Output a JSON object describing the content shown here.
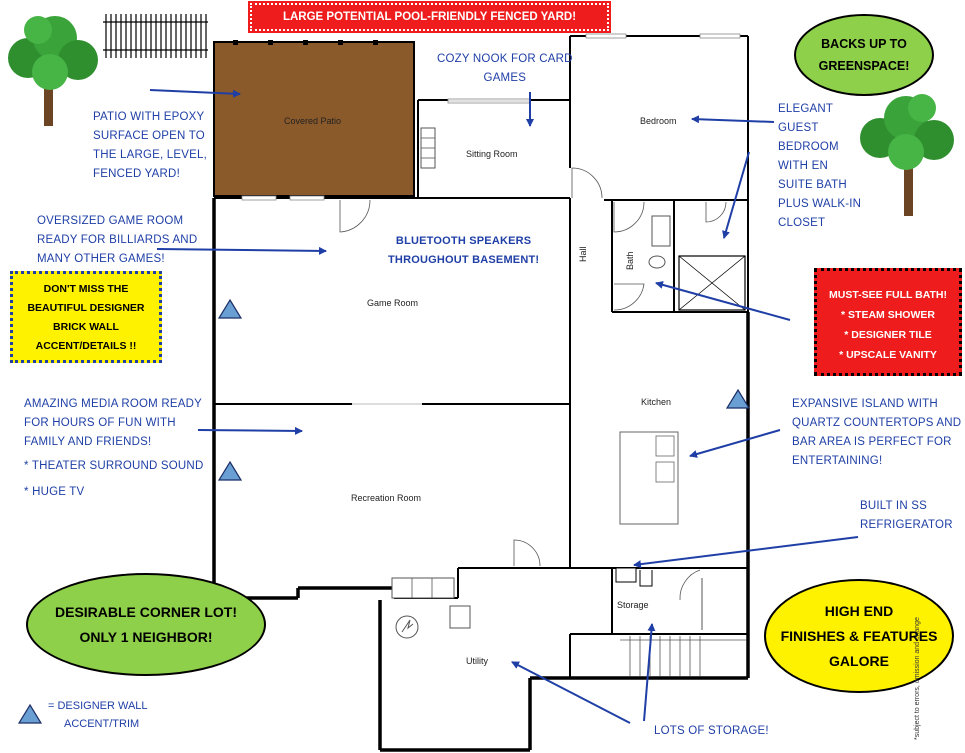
{
  "banner": "LARGE POTENTIAL POOL-FRIENDLY FENCED YARD!",
  "ovals": {
    "backs_up_1": "BACKS UP TO",
    "backs_up_2": "GREENSPACE!",
    "corner_1": "DESIRABLE CORNER LOT!",
    "corner_2": "ONLY 1 NEIGHBOR!",
    "finishes_1": "HIGH END",
    "finishes_2": "FINISHES & FEATURES",
    "finishes_3": "GALORE"
  },
  "rooms": {
    "covered_patio": "Covered Patio",
    "sitting_room": "Sitting Room",
    "bedroom": "Bedroom",
    "hall": "Hall",
    "bath": "Bath",
    "game_room": "Game Room",
    "kitchen": "Kitchen",
    "recreation_room": "Recreation Room",
    "storage": "Storage",
    "utility": "Utility"
  },
  "annotations": {
    "nook": [
      "COZY NOOK FOR CARD",
      "GAMES"
    ],
    "patio": [
      "PATIO WITH EPOXY",
      "SURFACE OPEN TO",
      "THE LARGE, LEVEL,",
      "FENCED YARD!"
    ],
    "guest": [
      "ELEGANT",
      "GUEST",
      "BEDROOM",
      "WITH EN",
      "SUITE BATH",
      "PLUS WALK-IN",
      "CLOSET"
    ],
    "game": [
      "OVERSIZED GAME ROOM",
      "READY FOR BILLIARDS AND",
      "MANY OTHER GAMES!"
    ],
    "speakers": [
      "BLUETOOTH SPEAKERS",
      "THROUGHOUT BASEMENT!"
    ],
    "media": [
      "AMAZING MEDIA ROOM READY",
      "FOR HOURS OF FUN WITH",
      "FAMILY AND FRIENDS!"
    ],
    "media_b1": "* THEATER SURROUND SOUND",
    "media_b2": "* HUGE TV",
    "island": [
      "EXPANSIVE ISLAND WITH",
      "QUARTZ COUNTERTOPS  AND",
      "BAR AREA IS PERFECT FOR",
      "ENTERTAINING!"
    ],
    "fridge": [
      "BUILT IN SS",
      "REFRIGERATOR"
    ],
    "storage": "LOTS OF STORAGE!"
  },
  "brick_box": [
    "DON'T MISS THE",
    "BEAUTIFUL DESIGNER",
    "BRICK WALL",
    "ACCENT/DETAILS !!"
  ],
  "bath_box": {
    "title": "MUST-SEE FULL BATH!",
    "items": [
      "* STEAM SHOWER",
      "* DESIGNER TILE",
      "* UPSCALE VANITY"
    ]
  },
  "legend": [
    "=  DESIGNER WALL",
    "ACCENT/TRIM"
  ],
  "disclaimer": "*subject to errors, omission and change",
  "colors": {
    "annotation_blue": "#1f3fa6",
    "banner_red": "#ee1c1c",
    "patio_brown": "#8b5a2b",
    "oval_green": "#8ed04a",
    "highlight_yellow": "#fff200",
    "accent_triangle": "#6a9fd4"
  }
}
